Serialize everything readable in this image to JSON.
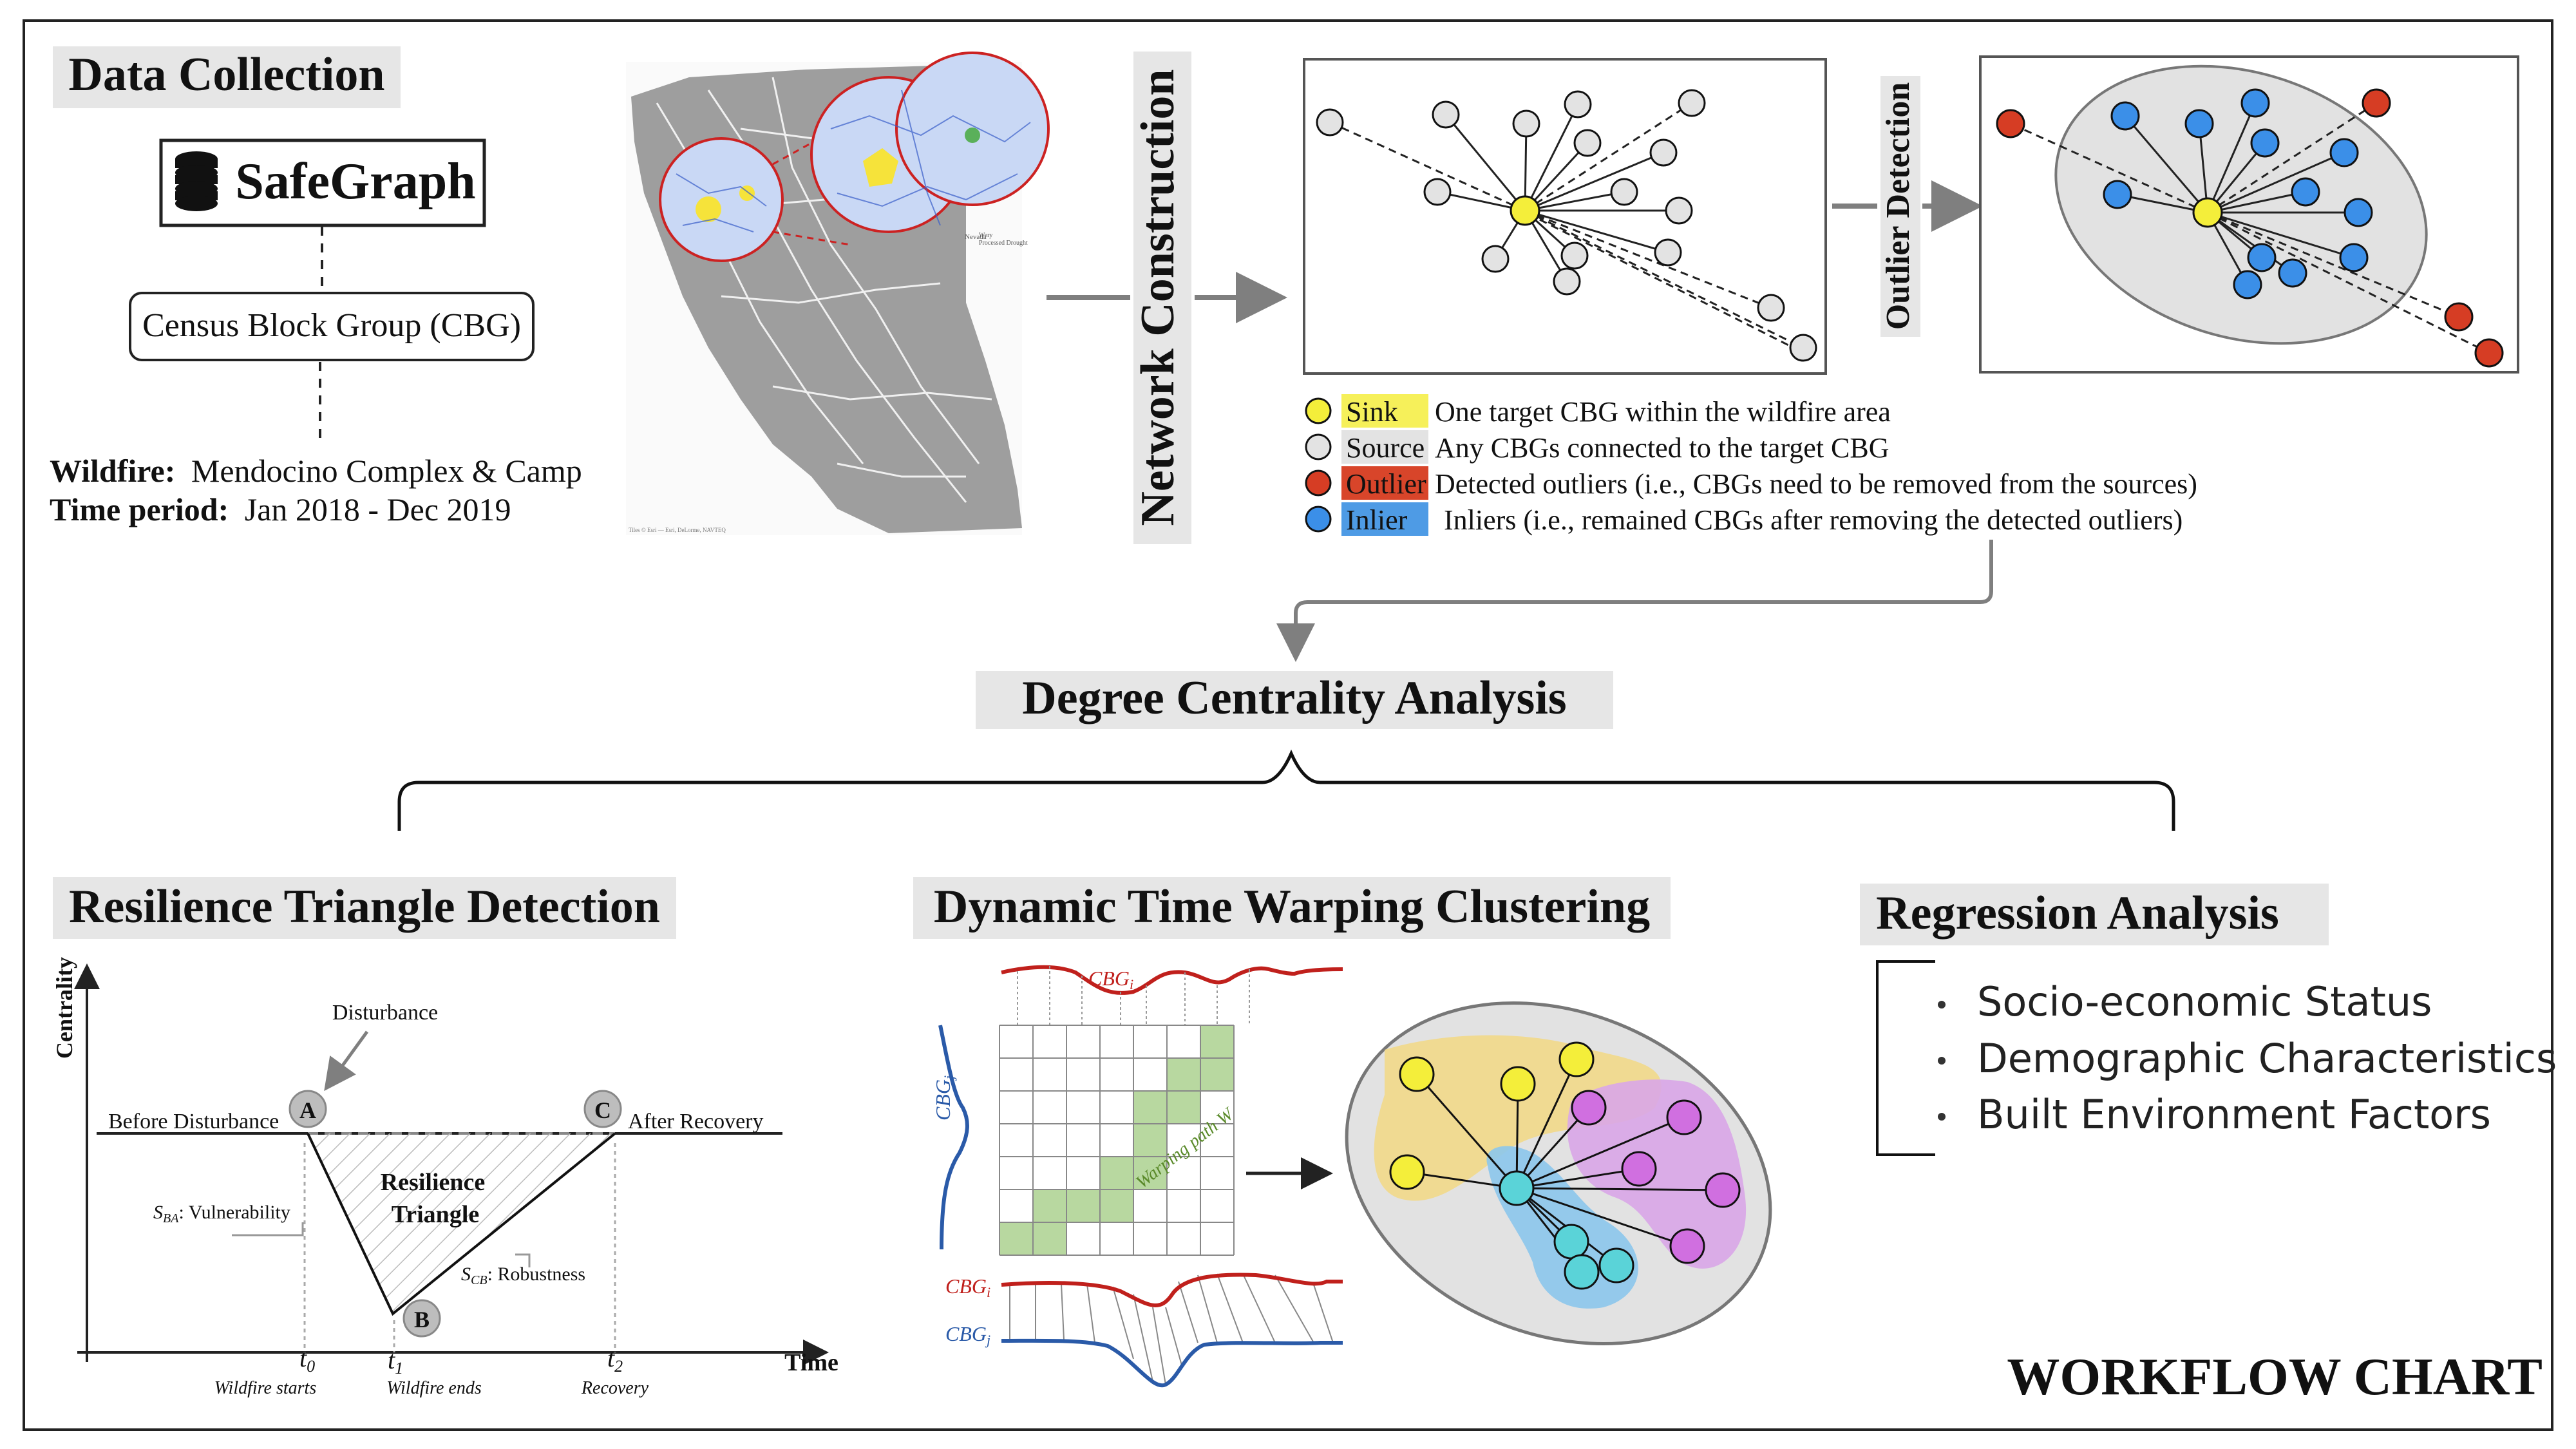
{
  "data_collection": {
    "title": "Data Collection",
    "source_name": "SafeGraph",
    "unit_label": "Census Block Group (CBG)",
    "wildfire_label": "Wildfire:",
    "wildfire_value": "Mendocino Complex & Camp",
    "period_label": "Time period:",
    "period_value": "Jan 2018 - Dec 2019"
  },
  "map": {
    "legend_items": [
      "Wery",
      "Processed Drought"
    ],
    "small_label": "Nevada",
    "attribution": "Tiles © Esri — Esri, DeLorme, NAVTEQ"
  },
  "network_construction_label": "Network Construction",
  "outlier_detection_label": "Outlier Detection",
  "legend": [
    {
      "key": "Sink",
      "desc": "One target CBG within the wildfire area",
      "color": "#f4ee3a",
      "highlight": "#f6f05a"
    },
    {
      "key": "Source",
      "desc": "Any CBGs connected to the target CBG",
      "color": "#e3e3e3",
      "highlight": "#e3e3e3"
    },
    {
      "key": "Outlier",
      "desc": "Detected outliers (i.e., CBGs need to be removed from the sources)",
      "color": "#d63d24",
      "highlight": "#d8452a"
    },
    {
      "key": "Inlier",
      "desc": "Inliers (i.e., remained CBGs after removing the detected outliers)",
      "color": "#3b8fe8",
      "highlight": "#4e9be5"
    }
  ],
  "degree_centrality": "Degree Centrality Analysis",
  "resilience": {
    "title": "Resilience Triangle Detection",
    "y_axis": "Centrality",
    "x_axis": "Time",
    "disturbance": "Disturbance",
    "before": "Before Disturbance",
    "after": "After Recovery",
    "triangle_line1": "Resilience",
    "triangle_line2": "Triangle",
    "point_a": "A",
    "point_b": "B",
    "point_c": "C",
    "vulnerability": ": Vulnerability",
    "robustness": ": Robustness",
    "s_ba": "S",
    "s_ba_sub": "BA",
    "s_cb": "S",
    "s_cb_sub": "CB",
    "t0": "t",
    "t0_sub": "0",
    "t1": "t",
    "t1_sub": "1",
    "t2": "t",
    "t2_sub": "2",
    "t0_caption": "Wildfire starts",
    "t1_caption": "Wildfire ends",
    "t2_caption": "Recovery"
  },
  "dtw": {
    "title": "Dynamic Time Warping Clustering",
    "cbg_i": "CBG",
    "sub_i": "i",
    "cbg_j": "CBG",
    "sub_j": "j",
    "warping_path": "Warping path W"
  },
  "regression": {
    "title": "Regression Analysis",
    "items": [
      "Socio-economic Status",
      "Demographic Characteristics",
      "Built Environment Factors"
    ]
  },
  "footer_title": "WORKFLOW CHART",
  "colors": {
    "title_bg": "#e6e6e6",
    "arrow": "#7f7f7f",
    "sink": "#f4ee3a",
    "source": "#e3e3e3",
    "outlier": "#d63d24",
    "inlier": "#3b8fe8",
    "series_i": "#c0201c",
    "series_j": "#2a5aa8",
    "path_cell": "#b8d8a0",
    "cluster_yellow": "#f2d98a",
    "cluster_blue": "#8cc6ec",
    "cluster_purple": "#d9a6e8",
    "cyan_node": "#5ad3d8",
    "purple_node": "#d06fe0"
  }
}
